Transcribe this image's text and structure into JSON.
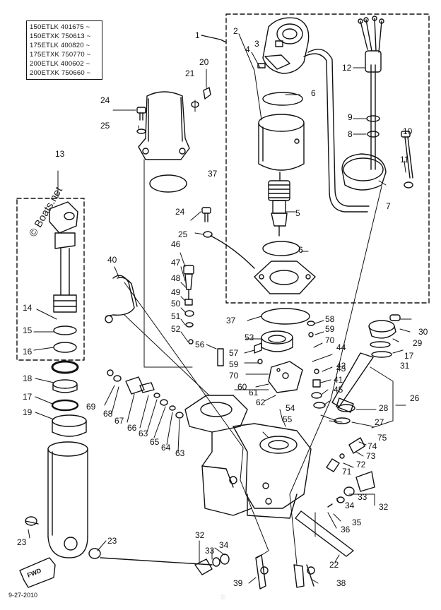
{
  "models": [
    "150ETLK 401675 ~",
    "150ETXK 750613 ~",
    "175ETLK 400820 ~",
    "175ETXK 750770 ~",
    "200ETLK 400602 ~",
    "200ETXK 750660 ~"
  ],
  "date": "9-27-2010",
  "fwd_label": "FWD",
  "watermark": "© Boats.net",
  "colors": {
    "ink": "#111111",
    "paper": "#ffffff"
  },
  "callouts": [
    {
      "id": "c1",
      "text": "1"
    },
    {
      "id": "c2",
      "text": "2"
    },
    {
      "id": "c3",
      "text": "3"
    },
    {
      "id": "c4",
      "text": "4"
    },
    {
      "id": "c5a",
      "text": "5"
    },
    {
      "id": "c6a",
      "text": "6"
    },
    {
      "id": "c6b",
      "text": "6"
    },
    {
      "id": "c7",
      "text": "7"
    },
    {
      "id": "c8",
      "text": "8"
    },
    {
      "id": "c9",
      "text": "9"
    },
    {
      "id": "c10",
      "text": "10"
    },
    {
      "id": "c11",
      "text": "11"
    },
    {
      "id": "c12",
      "text": "12"
    },
    {
      "id": "c13",
      "text": "13"
    },
    {
      "id": "c14",
      "text": "14"
    },
    {
      "id": "c15",
      "text": "15"
    },
    {
      "id": "c16",
      "text": "16"
    },
    {
      "id": "c17a",
      "text": "17"
    },
    {
      "id": "c17b",
      "text": "17"
    },
    {
      "id": "c18",
      "text": "18"
    },
    {
      "id": "c19",
      "text": "19"
    },
    {
      "id": "c20",
      "text": "20"
    },
    {
      "id": "c21",
      "text": "21"
    },
    {
      "id": "c22",
      "text": "22"
    },
    {
      "id": "c23a",
      "text": "23"
    },
    {
      "id": "c23b",
      "text": "23"
    },
    {
      "id": "c24a",
      "text": "24"
    },
    {
      "id": "c24b",
      "text": "24"
    },
    {
      "id": "c25a",
      "text": "25"
    },
    {
      "id": "c25b",
      "text": "25"
    },
    {
      "id": "c26",
      "text": "26"
    },
    {
      "id": "c27",
      "text": "27"
    },
    {
      "id": "c28",
      "text": "28"
    },
    {
      "id": "c29",
      "text": "29"
    },
    {
      "id": "c30",
      "text": "30"
    },
    {
      "id": "c31",
      "text": "31"
    },
    {
      "id": "c32a",
      "text": "32"
    },
    {
      "id": "c32b",
      "text": "32"
    },
    {
      "id": "c33a",
      "text": "33"
    },
    {
      "id": "c33b",
      "text": "33"
    },
    {
      "id": "c34a",
      "text": "34"
    },
    {
      "id": "c34b",
      "text": "34"
    },
    {
      "id": "c35",
      "text": "35"
    },
    {
      "id": "c36",
      "text": "36"
    },
    {
      "id": "c37a",
      "text": "37"
    },
    {
      "id": "c37b",
      "text": "37"
    },
    {
      "id": "c38",
      "text": "38"
    },
    {
      "id": "c39",
      "text": "39"
    },
    {
      "id": "c40",
      "text": "40"
    },
    {
      "id": "c41",
      "text": "41"
    },
    {
      "id": "c42",
      "text": "42"
    },
    {
      "id": "c43",
      "text": "43"
    },
    {
      "id": "c44",
      "text": "44"
    },
    {
      "id": "c45",
      "text": "45"
    },
    {
      "id": "c46",
      "text": "46"
    },
    {
      "id": "c47",
      "text": "47"
    },
    {
      "id": "c48",
      "text": "48"
    },
    {
      "id": "c49",
      "text": "49"
    },
    {
      "id": "c50",
      "text": "50"
    },
    {
      "id": "c51",
      "text": "51"
    },
    {
      "id": "c52",
      "text": "52"
    },
    {
      "id": "c53",
      "text": "53"
    },
    {
      "id": "c54",
      "text": "54"
    },
    {
      "id": "c55",
      "text": "55"
    },
    {
      "id": "c56",
      "text": "56"
    },
    {
      "id": "c57",
      "text": "57"
    },
    {
      "id": "c58",
      "text": "58"
    },
    {
      "id": "c59a",
      "text": "59"
    },
    {
      "id": "c59b",
      "text": "59"
    },
    {
      "id": "c60",
      "text": "60"
    },
    {
      "id": "c61",
      "text": "61"
    },
    {
      "id": "c62",
      "text": "62"
    },
    {
      "id": "c63a",
      "text": "63"
    },
    {
      "id": "c63b",
      "text": "63"
    },
    {
      "id": "c64",
      "text": "64"
    },
    {
      "id": "c65",
      "text": "65"
    },
    {
      "id": "c66",
      "text": "66"
    },
    {
      "id": "c67",
      "text": "67"
    },
    {
      "id": "c68",
      "text": "68"
    },
    {
      "id": "c69",
      "text": "69"
    },
    {
      "id": "c70a",
      "text": "70"
    },
    {
      "id": "c70b",
      "text": "70"
    },
    {
      "id": "c71",
      "text": "71"
    },
    {
      "id": "c72",
      "text": "72"
    },
    {
      "id": "c73",
      "text": "73"
    },
    {
      "id": "c74",
      "text": "74"
    },
    {
      "id": "c75",
      "text": "75"
    }
  ]
}
